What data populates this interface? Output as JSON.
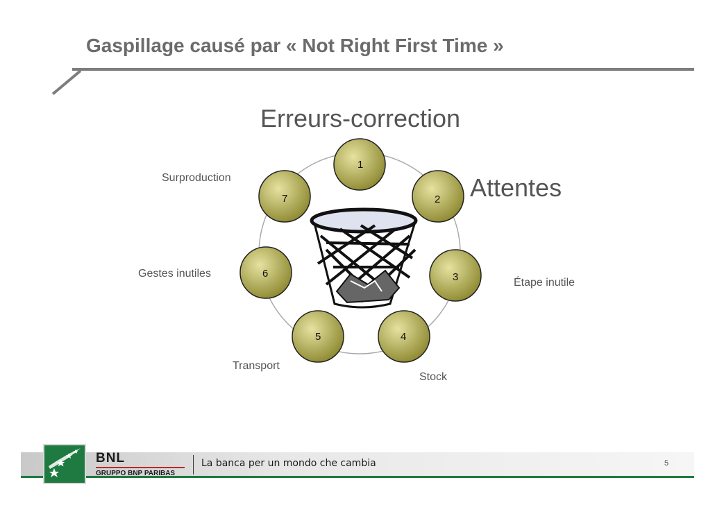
{
  "title": "Gaspillage causé par « Not Right First Time »",
  "wastes": {
    "label_1": "Erreurs-correction",
    "label_2": "Attentes",
    "label_3": "Étape inutile",
    "label_4": "Stock",
    "label_5": "Transport",
    "label_6": "Gestes inutiles",
    "label_7": "Surproduction"
  },
  "nodes": [
    "1",
    "2",
    "3",
    "4",
    "5",
    "6",
    "7"
  ],
  "colors": {
    "node_fill_light": "#e6e2a0",
    "node_fill_dark": "#8c8830",
    "node_stroke": "#222222",
    "ring": "#aaaaaa",
    "brand_green": "#1e7a40",
    "brand_red": "#c0262d"
  },
  "footer": {
    "brand": "BNL",
    "group": "GRUPPO BNP PARIBAS",
    "tagline": "La banca per un mondo che cambia",
    "page": "5"
  }
}
